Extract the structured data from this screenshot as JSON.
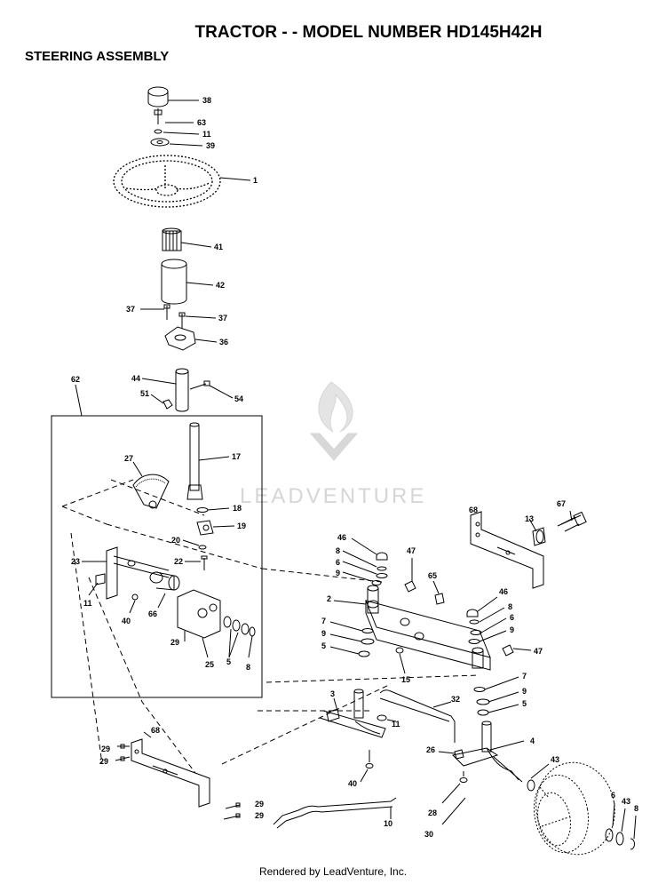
{
  "header": {
    "title": "TRACTOR - - MODEL NUMBER HD145H42H",
    "subtitle": "STEERING ASSEMBLY"
  },
  "watermark": {
    "text": "LEADVENTURE"
  },
  "footer": {
    "text": "Rendered by LeadVenture, Inc."
  },
  "callouts": {
    "p38": "38",
    "p63": "63",
    "p11a": "11",
    "p39": "39",
    "p1": "1",
    "p41": "41",
    "p42": "42",
    "p37a": "37",
    "p37b": "37",
    "p36": "36",
    "p44": "44",
    "p51": "51",
    "p54": "54",
    "p62": "62",
    "p17": "17",
    "p27": "27",
    "p18": "18",
    "p19": "19",
    "p20": "20",
    "p22": "22",
    "p23": "23",
    "p11b": "11",
    "p40a": "40",
    "p66": "66",
    "p29a": "29",
    "p25": "25",
    "p5a": "5",
    "p8a": "8",
    "p68a": "68",
    "p13": "13",
    "p67": "67",
    "p46a": "46",
    "p8b": "8",
    "p6a": "6",
    "p9a": "9",
    "p47a": "47",
    "p65": "65",
    "p2": "2",
    "p46b": "46",
    "p8c": "8",
    "p6b": "6",
    "p9b": "9",
    "p47b": "47",
    "p7a": "7",
    "p9c": "9",
    "p5b": "5",
    "p15": "15",
    "p7b": "7",
    "p9d": "9",
    "p5c": "5",
    "p3": "3",
    "p32": "32",
    "p11c": "11",
    "p4": "4",
    "p26": "26",
    "p43a": "43",
    "p40b": "40",
    "p28": "28",
    "p30": "30",
    "p10": "10",
    "p68b": "68",
    "p29b": "29",
    "p29c": "29",
    "p29d": "29",
    "p29e": "29",
    "p6c": "6",
    "p43b": "43",
    "p8d": "8"
  }
}
